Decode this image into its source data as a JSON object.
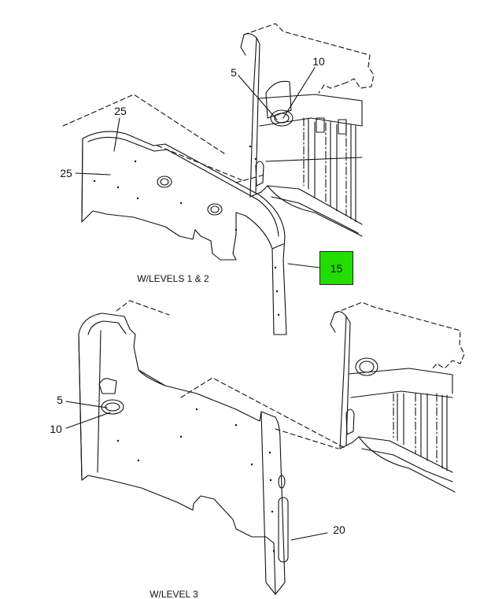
{
  "callouts": {
    "c5_top": "5",
    "c10_top": "10",
    "c25_upper": "25",
    "c25_left": "25",
    "c15": "15",
    "c5_bottom": "5",
    "c10_bottom": "10",
    "c20": "20"
  },
  "captions": {
    "top_view": "W/LEVELS 1 & 2",
    "bottom_view": "W/LEVEL 3"
  },
  "colors": {
    "highlight": "#22dd00",
    "line": "#111111"
  }
}
